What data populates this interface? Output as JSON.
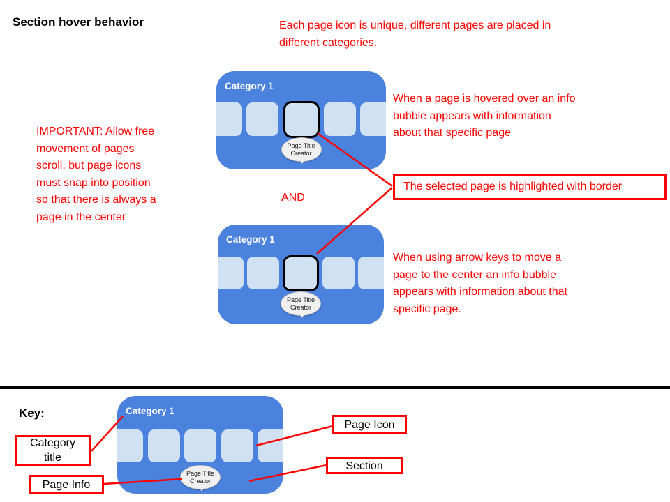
{
  "header": {
    "title": "Section hover behavior"
  },
  "notes": {
    "unique": [
      "Each page icon is unique, different pages are placed in",
      "different categories."
    ],
    "important": [
      "IMPORTANT: Allow free",
      "movement of pages",
      "scroll, but page icons",
      "must snap into position",
      "so that there is always a",
      "page in the center"
    ],
    "hover": [
      "When a page is hovered over an info",
      "bubble appears with information",
      "about that specific page"
    ],
    "and": "AND",
    "selected": "The selected page is highlighted with border",
    "arrow": [
      "When using arrow keys to move a",
      "page to the center an info bubble",
      "appears with information about that",
      "specific page."
    ]
  },
  "sections": [
    {
      "title": "Category 1",
      "bubble": [
        "Page Title",
        "Creator"
      ],
      "icon_count": 5,
      "selected_index": 3
    },
    {
      "title": "Category 1",
      "bubble": [
        "Page Title",
        "Creator"
      ],
      "icon_count": 5,
      "selected_index": 3
    },
    {
      "title": "Category 1",
      "bubble": [
        "Page Title",
        "Creator"
      ],
      "icon_count": 5,
      "selected_index": null
    }
  ],
  "key": {
    "heading": "Key:",
    "category_title_label": "Category title",
    "page_icon_label": "Page Icon",
    "section_label": "Section",
    "page_info_label": "Page Info"
  },
  "colors": {
    "section_blue": "#4a82de",
    "page_icon_blue": "#cfe1f3",
    "annotation_red": "#fe0000",
    "selected_border_black": "#000000",
    "bubble_gray": "#f0f0f0",
    "divider_black": "#000000"
  }
}
